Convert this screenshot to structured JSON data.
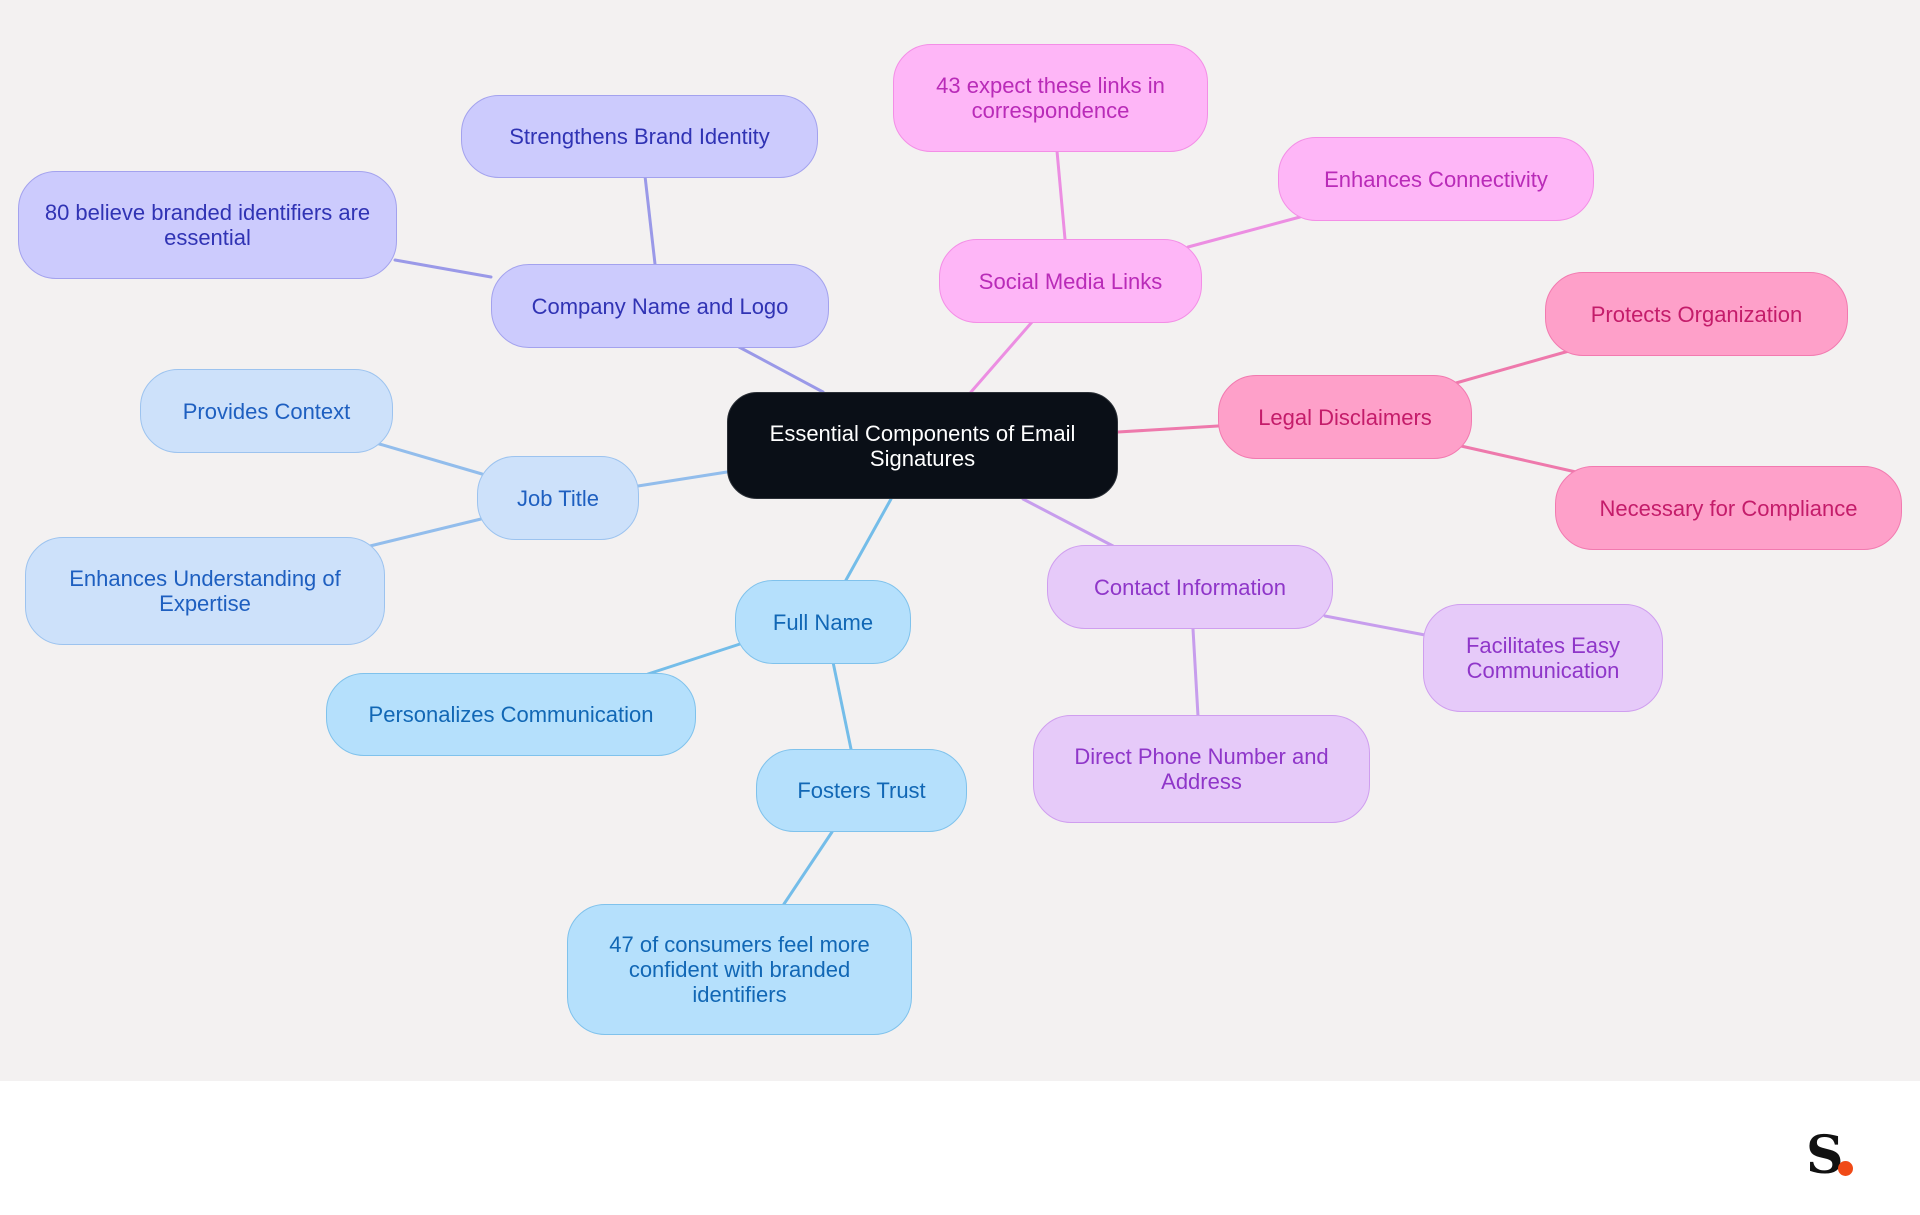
{
  "mindmap": {
    "root": {
      "label": "Essential Components of Email Signatures"
    },
    "branches": [
      {
        "id": "company",
        "label": "Company Name and Logo",
        "children": [
          "Strengthens Brand Identity",
          "80 believe branded identifiers are essential"
        ]
      },
      {
        "id": "social",
        "label": "Social Media Links",
        "children": [
          "43 expect these links in correspondence",
          "Enhances Connectivity"
        ]
      },
      {
        "id": "legal",
        "label": "Legal Disclaimers",
        "children": [
          "Protects Organization",
          "Necessary for Compliance"
        ]
      },
      {
        "id": "contact",
        "label": "Contact Information",
        "children": [
          "Facilitates Easy Communication",
          "Direct Phone Number and Address"
        ]
      },
      {
        "id": "job",
        "label": "Job Title",
        "children": [
          "Provides Context",
          "Enhances Understanding of Expertise"
        ]
      },
      {
        "id": "fullname",
        "label": "Full Name",
        "children": [
          "Personalizes Communication",
          "Fosters Trust"
        ]
      }
    ],
    "grandchildren": {
      "fosters_trust": [
        "47 of consumers feel more confident with branded identifiers"
      ]
    }
  },
  "colors": {
    "canvas_bg": "#f3f1f1",
    "root_bg": "#0a0f17",
    "company": "#9a99e8",
    "social": "#ec8ee2",
    "legal": "#ee79ac",
    "contact": "#c79ded",
    "job": "#92bdec",
    "fullname": "#74bde9",
    "brand_dot": "#f04a17"
  },
  "brand": {
    "letter": "S",
    "logo_name": "brand-logo"
  }
}
